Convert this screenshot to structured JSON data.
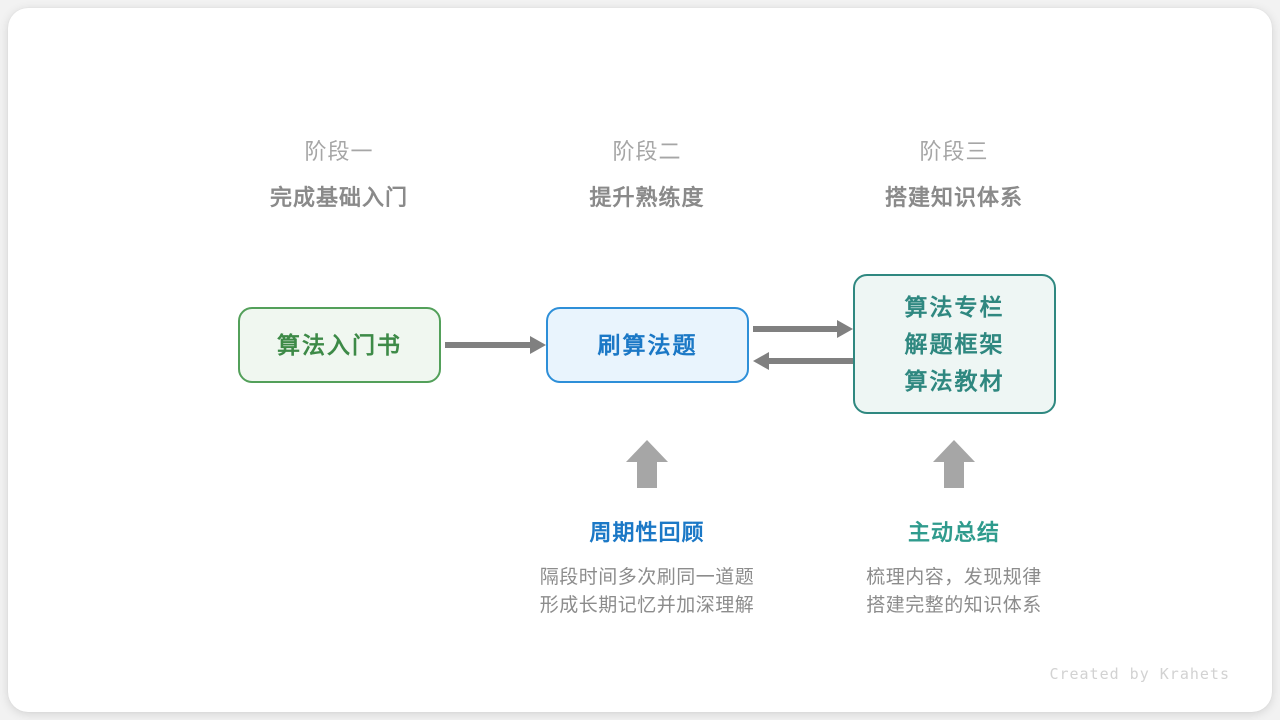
{
  "diagram": {
    "stages": [
      {
        "label": "阶段一",
        "title": "完成基础入门"
      },
      {
        "label": "阶段二",
        "title": "提升熟练度"
      },
      {
        "label": "阶段三",
        "title": "搭建知识体系"
      }
    ],
    "nodes": {
      "book": {
        "lines": [
          "算法入门书"
        ],
        "border_color": "#53a05a",
        "fill_color": "#f0f7f0",
        "text_color": "#3d8a47"
      },
      "practice": {
        "lines": [
          "刷算法题"
        ],
        "border_color": "#2e8fd8",
        "fill_color": "#e9f4fd",
        "text_color": "#1b78c6"
      },
      "system": {
        "lines": [
          "算法专栏",
          "解题框架",
          "算法教材"
        ],
        "border_color": "#2f8880",
        "fill_color": "#eef6f4",
        "text_color": "#2f8880"
      }
    },
    "connectors": [
      {
        "name": "book-to-practice",
        "direction": "right",
        "color": "#808080"
      },
      {
        "name": "practice-to-system",
        "direction": "right",
        "color": "#808080"
      },
      {
        "name": "system-to-practice",
        "direction": "left",
        "color": "#808080"
      },
      {
        "name": "review-up",
        "direction": "up",
        "color": "#a6a6a6"
      },
      {
        "name": "summary-up",
        "direction": "up",
        "color": "#a6a6a6"
      }
    ],
    "annotations": [
      {
        "title": "周期性回顾",
        "title_color": "#1b78c6",
        "desc_line1": "隔段时间多次刷同一道题",
        "desc_line2": "形成长期记忆并加深理解"
      },
      {
        "title": "主动总结",
        "title_color": "#2f9b8d",
        "desc_line1": "梳理内容，发现规律",
        "desc_line2": "搭建完整的知识体系"
      }
    ],
    "footer": "Created by Krahets"
  }
}
